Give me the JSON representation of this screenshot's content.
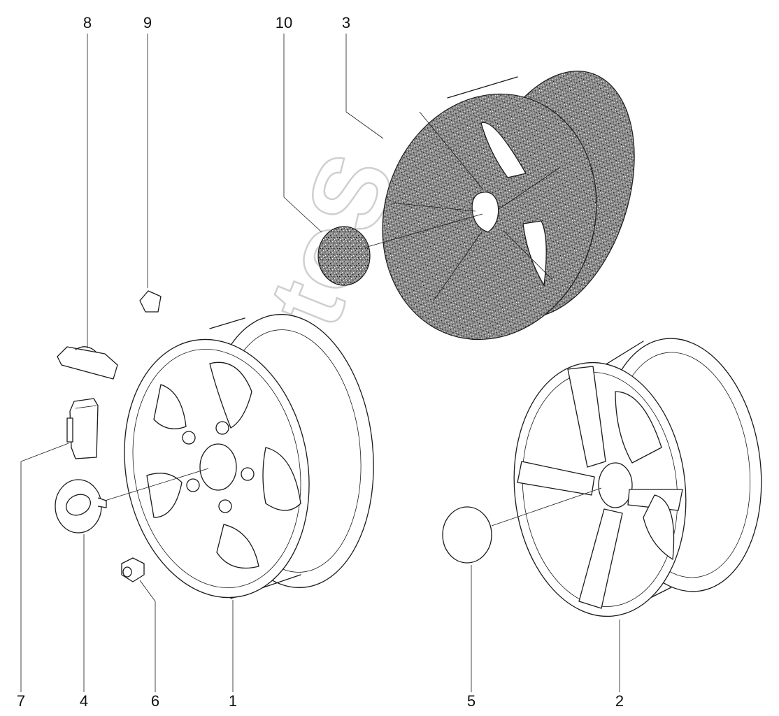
{
  "watermark": {
    "text": "AutoS"
  },
  "callouts": [
    {
      "id": "1",
      "label": "1"
    },
    {
      "id": "2",
      "label": "2"
    },
    {
      "id": "3",
      "label": "3"
    },
    {
      "id": "4",
      "label": "4"
    },
    {
      "id": "5",
      "label": "5"
    },
    {
      "id": "6",
      "label": "6"
    },
    {
      "id": "7",
      "label": "7"
    },
    {
      "id": "8",
      "label": "8"
    },
    {
      "id": "9",
      "label": "9"
    },
    {
      "id": "10",
      "label": "10"
    }
  ],
  "colors": {
    "ink": "#1a1a1a",
    "paper": "#ffffff",
    "watermark": "#cfcfcf"
  }
}
